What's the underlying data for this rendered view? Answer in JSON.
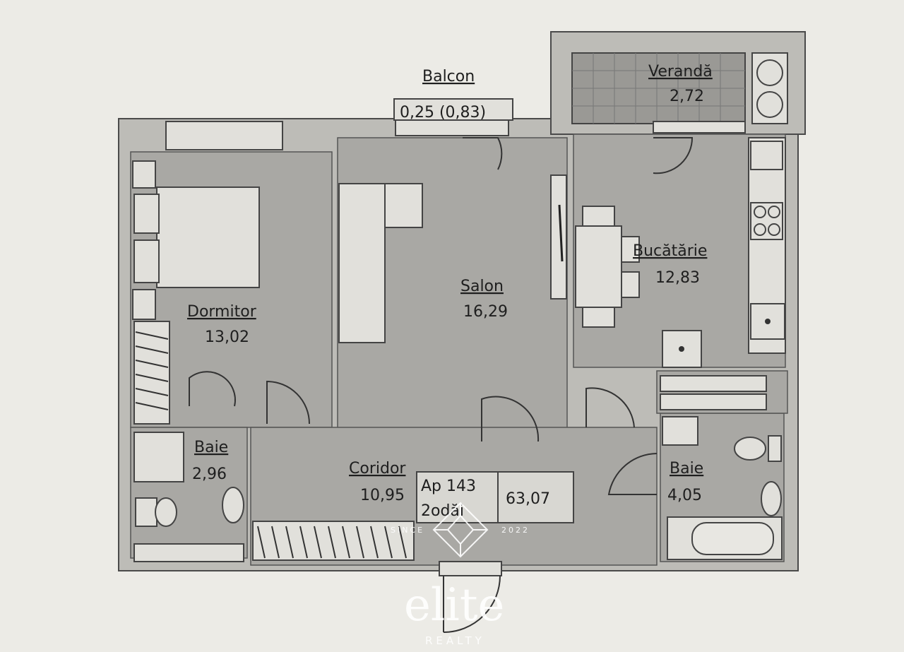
{
  "rooms": {
    "balcon": {
      "name": "Balcon",
      "dims": "0,25 (0,83)"
    },
    "veranda": {
      "name": "Verandă",
      "area": "2,72"
    },
    "dormitor": {
      "name": "Dormitor",
      "area": "13,02"
    },
    "salon": {
      "name": "Salon",
      "area": "16,29"
    },
    "bucatarie": {
      "name": "Bucătărie",
      "area": "12,83"
    },
    "baie1": {
      "name": "Baie",
      "area": "2,96"
    },
    "coridor": {
      "name": "Coridor",
      "area": "10,95"
    },
    "baie2": {
      "name": "Baie",
      "area": "4,05"
    }
  },
  "apartment": {
    "number": "Ap 143",
    "rooms": "2odăi",
    "total_area": "63,07"
  },
  "watermark": {
    "since": "SINCE",
    "year": "2022",
    "brand": "elite",
    "sub": "REALTY"
  }
}
